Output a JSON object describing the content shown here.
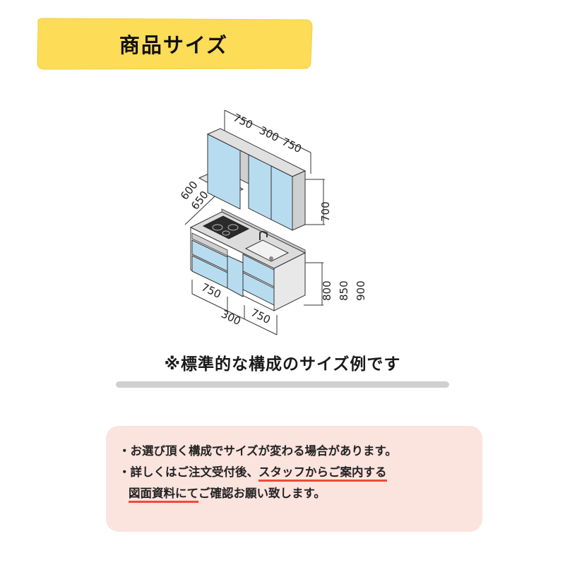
{
  "title": "商品サイズ",
  "diagram": {
    "upper_widths": [
      "750",
      "300",
      "750"
    ],
    "upper_height": "700",
    "depths": [
      "600",
      "650"
    ],
    "counter_heights": [
      "800",
      "850",
      "900"
    ],
    "lower_widths": [
      "750",
      "300",
      "750"
    ],
    "colors": {
      "door_blue": "#b8dcef",
      "cabinet_gray": "#d9d9d9",
      "outline": "#333333"
    }
  },
  "caption": "※標準的な構成のサイズ例です",
  "notice": {
    "bullet1": "・お選び頂く構成でサイズが変わる場合があります。",
    "bullet2_prefix": "・詳しくはご注文受付後、",
    "bullet2_highlight": "スタッフからご案内する",
    "line3_highlight": "図面資料にて",
    "line3_suffix": "ご確認お願い致します。"
  },
  "colors": {
    "banner_yellow": "#fddc57",
    "notice_pink": "#fbe3de",
    "underline_red": "#ef4a3a",
    "divider_gray": "#cfcfcf"
  }
}
